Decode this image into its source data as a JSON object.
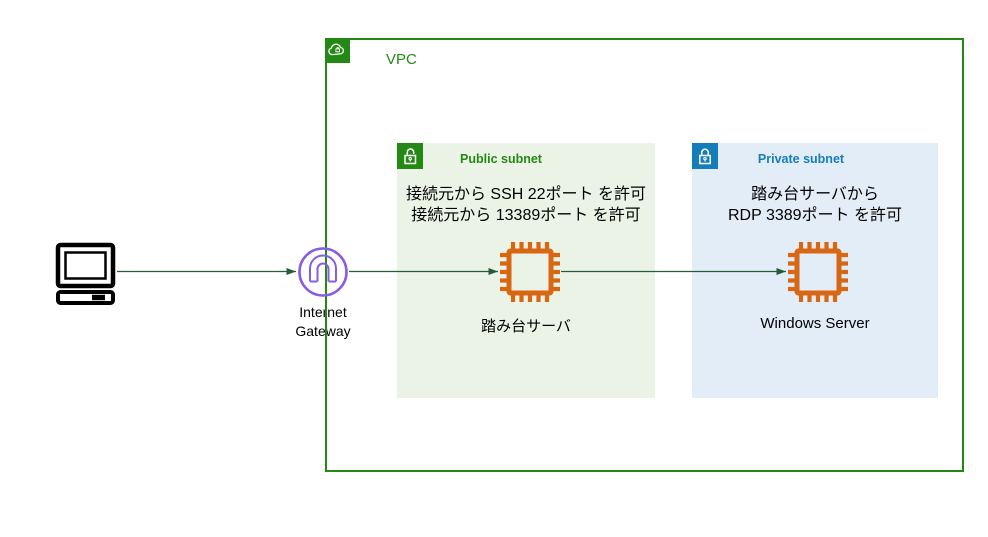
{
  "diagram": {
    "vpc": {
      "label": "VPC"
    },
    "internet_gateway": {
      "label": "Internet Gateway"
    },
    "public_subnet": {
      "label": "Public subnet",
      "rules": [
        "接続元から SSH 22ポート を許可",
        "接続元から 13389ポート を許可"
      ],
      "node": {
        "label": "踏み台サーバ",
        "type": "EC2 instance"
      }
    },
    "private_subnet": {
      "label": "Private subnet",
      "rules": [
        "踏み台サーバから",
        "RDP 3389ポート を許可"
      ],
      "node": {
        "label": "Windows Server",
        "type": "EC2 instance"
      }
    },
    "icons": {
      "vpc": "cloud-lock-icon",
      "public_subnet": "open-padlock-icon",
      "private_subnet": "closed-padlock-icon",
      "internet_gateway": "gateway-icon",
      "client": "desktop-computer-icon",
      "instances": "ec2-chip-icon"
    },
    "colors": {
      "vpc_green": "#248814",
      "public_subnet_fill": "#EBF3E6",
      "private_subnet_fill": "#E3EDF7",
      "private_blue": "#147EBA",
      "ec2_orange": "#D86613",
      "gateway_purple": "#8A5BE3",
      "arrow_green": "#245C38"
    }
  }
}
